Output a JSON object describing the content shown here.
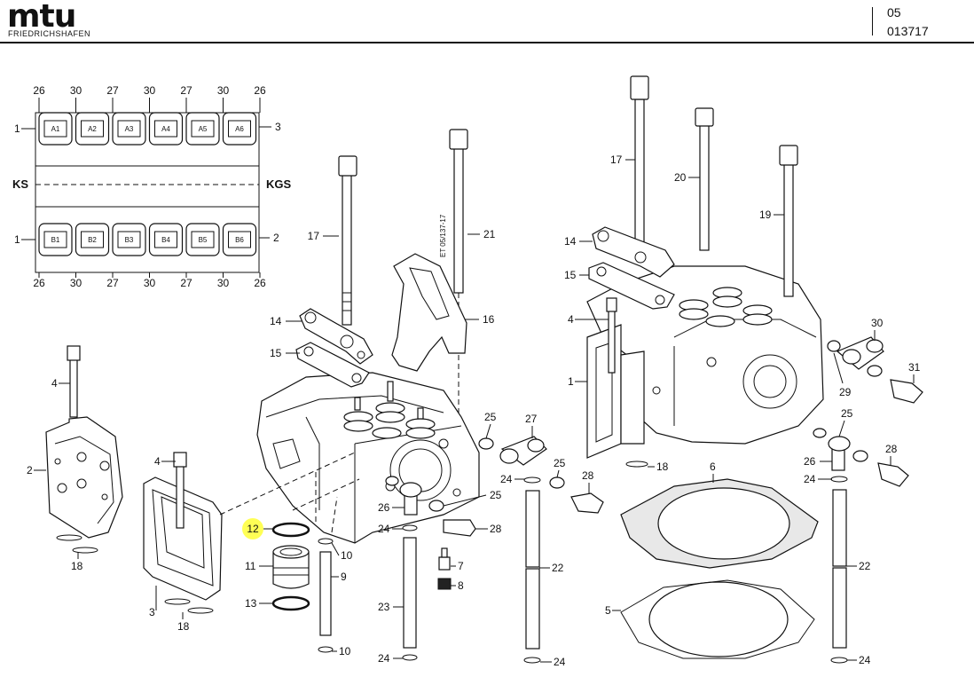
{
  "header": {
    "brand": "mtu",
    "brand_sub": "FRIEDRICHSHAFEN",
    "section": "05",
    "drawing_number": "013717"
  },
  "layout_scheme": {
    "top_labels": [
      "26",
      "30",
      "27",
      "30",
      "27",
      "30",
      "26"
    ],
    "bottom_labels": [
      "26",
      "30",
      "27",
      "30",
      "27",
      "30",
      "26"
    ],
    "row_a": [
      "A1",
      "A2",
      "A3",
      "A4",
      "A5",
      "A6"
    ],
    "row_b": [
      "B1",
      "B2",
      "B3",
      "B4",
      "B5",
      "B6"
    ],
    "ks_left": "KS",
    "ks_right": "KGS",
    "label_1a": "1",
    "label_3": "3",
    "label_1b": "1",
    "label_2": "2"
  },
  "vertical_text": "ET 05/137-17",
  "highlighted_callout": "12",
  "callouts": [
    {
      "id": "c-17a",
      "text": "17"
    },
    {
      "id": "c-21",
      "text": "21"
    },
    {
      "id": "c-14a",
      "text": "14"
    },
    {
      "id": "c-15a",
      "text": "15"
    },
    {
      "id": "c-16",
      "text": "16"
    },
    {
      "id": "c-4a",
      "text": "4"
    },
    {
      "id": "c-2",
      "text": "2"
    },
    {
      "id": "c-18a",
      "text": "18"
    },
    {
      "id": "c-4b",
      "text": "4"
    },
    {
      "id": "c-3",
      "text": "3"
    },
    {
      "id": "c-18b",
      "text": "18"
    },
    {
      "id": "c-11",
      "text": "11"
    },
    {
      "id": "c-13",
      "text": "13"
    },
    {
      "id": "c-10a",
      "text": "10"
    },
    {
      "id": "c-9",
      "text": "9"
    },
    {
      "id": "c-10b",
      "text": "10"
    },
    {
      "id": "c-25a",
      "text": "25"
    },
    {
      "id": "c-27",
      "text": "27"
    },
    {
      "id": "c-25b",
      "text": "25"
    },
    {
      "id": "c-25c",
      "text": "25"
    },
    {
      "id": "c-24a",
      "text": "24"
    },
    {
      "id": "c-26a",
      "text": "26"
    },
    {
      "id": "c-24b",
      "text": "24"
    },
    {
      "id": "c-28a",
      "text": "28"
    },
    {
      "id": "c-7",
      "text": "7"
    },
    {
      "id": "c-8",
      "text": "8"
    },
    {
      "id": "c-23",
      "text": "23"
    },
    {
      "id": "c-24c",
      "text": "24"
    },
    {
      "id": "c-22a",
      "text": "22"
    },
    {
      "id": "c-24d",
      "text": "24"
    },
    {
      "id": "c-28b",
      "text": "28"
    },
    {
      "id": "c-6",
      "text": "6"
    },
    {
      "id": "c-5",
      "text": "5"
    },
    {
      "id": "c-17b",
      "text": "17"
    },
    {
      "id": "c-20",
      "text": "20"
    },
    {
      "id": "c-19",
      "text": "19"
    },
    {
      "id": "c-14b",
      "text": "14"
    },
    {
      "id": "c-15b",
      "text": "15"
    },
    {
      "id": "c-4c",
      "text": "4"
    },
    {
      "id": "c-1",
      "text": "1"
    },
    {
      "id": "c-18c",
      "text": "18"
    },
    {
      "id": "c-30",
      "text": "30"
    },
    {
      "id": "c-31",
      "text": "31"
    },
    {
      "id": "c-29",
      "text": "29"
    },
    {
      "id": "c-25d",
      "text": "25"
    },
    {
      "id": "c-26b",
      "text": "26"
    },
    {
      "id": "c-28c",
      "text": "28"
    },
    {
      "id": "c-24e",
      "text": "24"
    },
    {
      "id": "c-22b",
      "text": "22"
    },
    {
      "id": "c-24f",
      "text": "24"
    }
  ],
  "colors": {
    "ink": "#111111",
    "highlight": "#ffff55"
  }
}
